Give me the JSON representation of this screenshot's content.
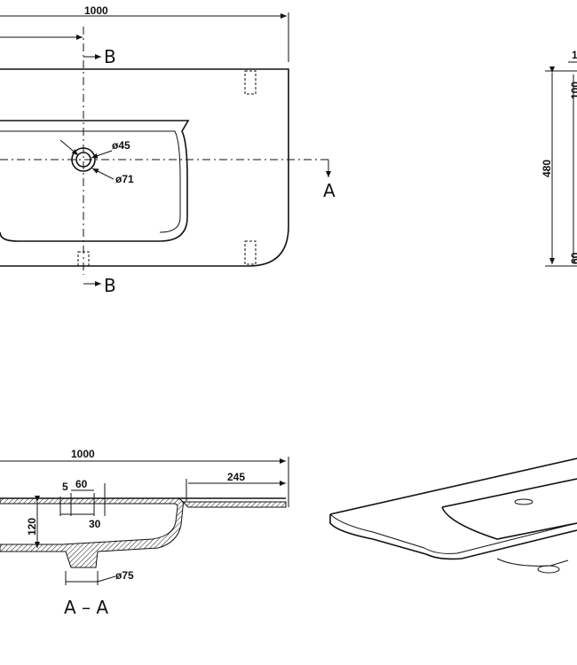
{
  "top_view": {
    "width_label": "1000",
    "hole_inner_label": "ø45",
    "hole_outer_label": "ø71",
    "section_a_label": "A",
    "section_b_top_label": "B",
    "section_b_bottom_label": "B"
  },
  "side_view": {
    "depth_label": "480",
    "top_small_label": "1",
    "top_small_2_label": "100",
    "bottom_small_label": "60"
  },
  "section_view": {
    "width_label": "1000",
    "shelf_label": "245",
    "hole_dim_5": "5",
    "hole_dim_60": "60",
    "hole_dim_30": "30",
    "depth_label": "120",
    "drain_label": "ø75",
    "section_title": "A – A"
  }
}
